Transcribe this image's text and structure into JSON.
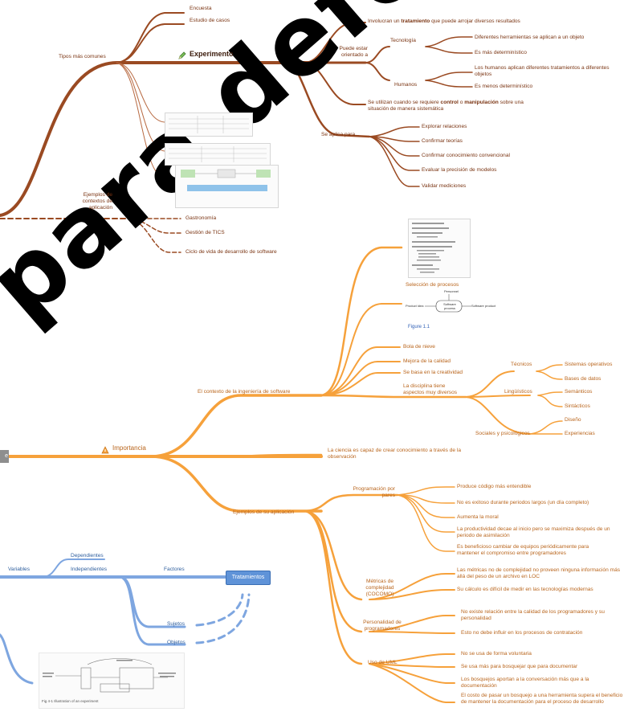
{
  "colors": {
    "experiment_branch": "#9a4a22",
    "importance_branch": "#f6a13b",
    "variables_branch": "#7ea6e0",
    "treatments_badge": "#5f93d8"
  },
  "watermark": {
    "text": "para defensa s"
  },
  "experiment": {
    "title": "Experimento",
    "icon": "pencil-icon",
    "tipos_label": "Tipos más comunes",
    "tipos": [
      "Encuesta",
      "Estudio de casos"
    ],
    "involucran": {
      "prefix": "Involucran un ",
      "bold": "tratamiento",
      "suffix": " que puede arrojar diversos resultados"
    },
    "orientado_label": "Puede estar orientado a",
    "tecnologia_label": "Tecnología",
    "tecnologia_items": [
      "Diferentes herramientas se aplican a un objeto",
      "Es más determinístico"
    ],
    "humanos_label": "Humanos",
    "humanos_items": [
      "Los humanos aplican diferentes tratamientos a diferentes objetos",
      "Es menos determinístico"
    ],
    "control": {
      "prefix": "Se utilizan cuando se requiere ",
      "bold1": "control",
      "mid": " o ",
      "bold2": "manipulación",
      "suffix": " sobre una situación de manera sistemática"
    },
    "aplica_label": "Se aplica para...",
    "aplica_items": [
      "Explorar relaciones",
      "Confirmar teorías",
      "Confirmar conocimiento convencional",
      "Evaluar la precisión de modelos",
      "Validar mediciones"
    ],
    "ejemplos_label": "Ejemplos de contextos de aplicación",
    "ejemplos_items": [
      "Gastronomía",
      "Gestión de TICS",
      "Ciclo de vida de desarrollo de software"
    ]
  },
  "importance": {
    "title": "Importancia",
    "icon": "warning-icon",
    "root_stub": "e",
    "contexto_label": "El contexto de la ingeniería de software",
    "seleccion": "Selección de procesos",
    "figure_caption": "Figure 1.1",
    "figure_labels": {
      "top": "Personnel",
      "left": "Product idea",
      "center": "Software process",
      "right": "Software product"
    },
    "contexto_items": [
      "Bola de nieve",
      "Mejora de la calidad",
      "Se basa en la creatividad"
    ],
    "disciplina_label": "La disciplina tiene aspectos muy diversos",
    "tecnicos_label": "Técnicos",
    "tecnicos_items": [
      "Sistemas operativos",
      "Bases de datos"
    ],
    "linguisticos_label": "Lingüísticos",
    "linguisticos_items": [
      "Semánticos",
      "Sintácticos"
    ],
    "sociales_label": "Sociales y psicológicos",
    "sociales_items": [
      "Diseño",
      "Experiencias"
    ],
    "ciencia": "La ciencia es capaz de crear conocimiento a través de la observación",
    "ejemplos_label": "Ejemplos de su aplicación",
    "pares_label": "Programación por pares",
    "pares_items": [
      "Produce código más entendible",
      "No es exitoso durante periodos largos (un día completo)",
      "Aumenta la moral",
      "La productividad decae al inicio pero se maximiza después de un periodo de asimilación",
      "Es beneficioso cambiar de equipos periódicamente para mantener el compromiso entre programadores"
    ],
    "metricas_label": "Métricas de complejidad (COCOMO)",
    "metricas_items": [
      "Las métricas no de complejidad no proveen ninguna información más allá del peso de un archivo en LOC",
      "Su cálculo es difícil de medir en las tecnologías modernas"
    ],
    "personalidad_label": "Personalidad de programadores",
    "personalidad_items": [
      "No existe relación entre la calidad de los programadores y su personalidad",
      "Esto no debe influir en los procesos de contratación"
    ],
    "uml_label": "Uso de UML",
    "uml_items": [
      "No se usa de forma voluntaria",
      "Se usa más para bosquejar que para documentar",
      "Los bosquejos aportan a la conversación más que a la documentación",
      "El costo de pasar un bosquejo a una herramienta supera el beneficio de mantener la documentación para el proceso de desarrollo"
    ]
  },
  "variables": {
    "label": "Variables",
    "dependientes": "Dependientes",
    "independientes": "Independientes",
    "factores": "Factores",
    "tratamientos": "Tratamientos",
    "sujetos": "Sujetos",
    "objetos": "Objetos",
    "figure_caption": "Fig 4-1  Illustration of an experiment"
  }
}
